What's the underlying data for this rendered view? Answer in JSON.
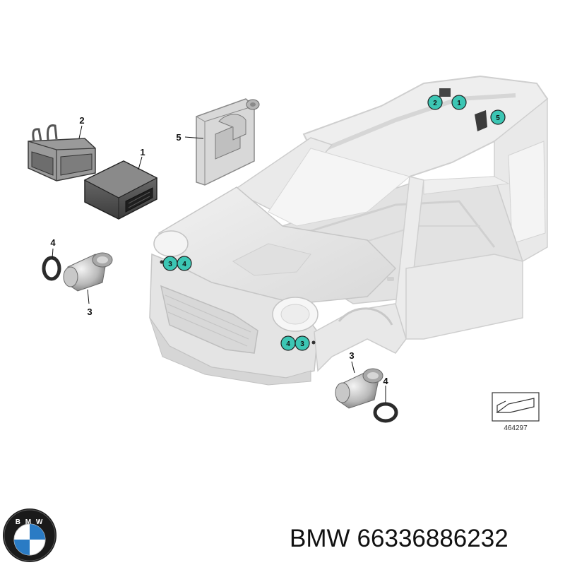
{
  "parts": {
    "control_unit": "1",
    "bracket": "2",
    "sensor": "3",
    "seal_ring": "4",
    "sensor_holder": "5"
  },
  "car_badges": {
    "rear_top_left": "2",
    "rear_top_right": "1",
    "rear_side": "5",
    "front_left_a": "3",
    "front_left_b": "4",
    "front_right_a": "4",
    "front_right_b": "3"
  },
  "reference_number": "464297",
  "footer": {
    "brand": "BMW",
    "part_number": "66336886232"
  },
  "colors": {
    "badge_fill": "#3cc6b4",
    "car_body": "#e6e6e6",
    "car_line": "#c9c9c9",
    "bmw_blue": "#2a7bc4"
  }
}
